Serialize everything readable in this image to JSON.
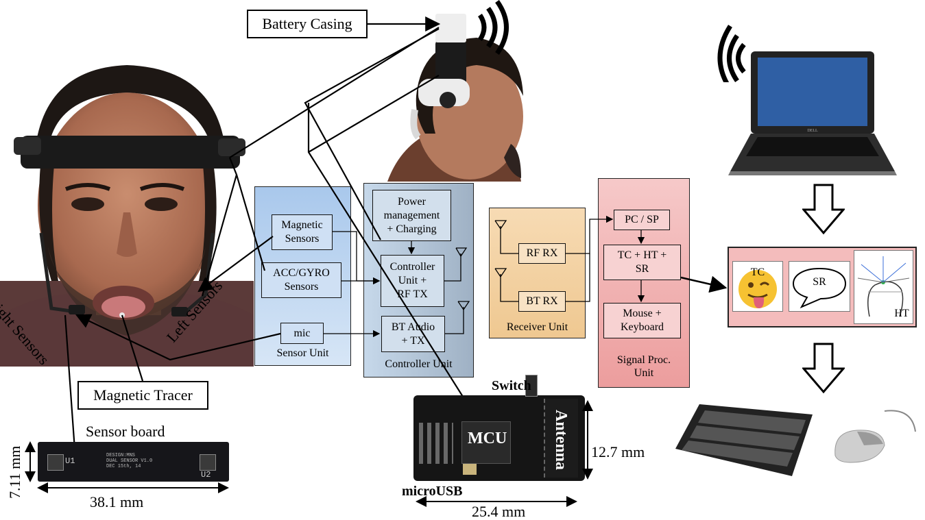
{
  "callouts": {
    "battery_casing": "Battery Casing",
    "magnetic_tracer": "Magnetic Tracer"
  },
  "face_labels": {
    "right_sensors": "Right Sensors",
    "left_sensors": "Left Sensors"
  },
  "sensor_unit": {
    "title": "Sensor Unit",
    "magnetic": "Magnetic\nSensors",
    "accgyro": "ACC/GYRO\nSensors",
    "mic": "mic"
  },
  "controller_unit": {
    "title": "Controller Unit",
    "power": "Power\nmanagement\n+ Charging",
    "controller": "Controller\nUnit +\nRF TX",
    "bt_audio": "BT Audio\n+ TX"
  },
  "receiver_unit": {
    "title": "Receiver Unit",
    "rf_rx": "RF RX",
    "bt_rx": "BT RX"
  },
  "signal_unit": {
    "title": "Signal Proc.\nUnit",
    "pc_sp": "PC / SP",
    "tc_ht_sr": "TC + HT +\nSR",
    "mouse_kb": "Mouse +\nKeyboard"
  },
  "apps": {
    "tc": "TC",
    "sr": "SR",
    "ht": "HT"
  },
  "sensor_board": {
    "title": "Sensor board",
    "width": "38.1 mm",
    "height": "7.11 mm",
    "silk_line1": "DESIGN:MNS",
    "silk_line2": "DUAL SENSOR V1.0",
    "silk_line3": "DEC 15th, 14",
    "u1": "U1",
    "u2": "U2"
  },
  "controller_board": {
    "switch": "Switch",
    "mcu": "MCU",
    "antenna": "Antenna",
    "microusb": "microUSB",
    "width": "25.4 mm",
    "height": "12.7 mm"
  },
  "colors": {
    "sensor_unit_bg": "#b9d3ef",
    "controller_unit_bg": "#aec1d6",
    "receiver_unit_bg": "#f3d3a8",
    "signal_unit_bg": "#f1b4b4",
    "apps_bg": "#f4bcbc"
  }
}
